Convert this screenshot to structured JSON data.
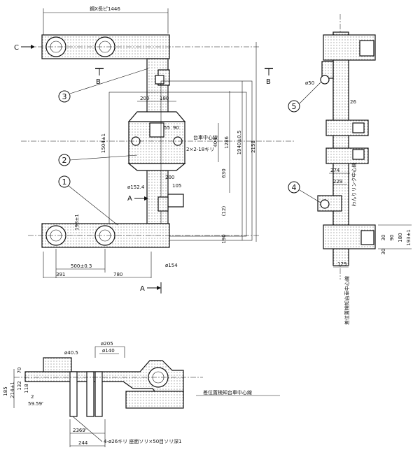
{
  "top_view": {
    "top_dim": "鋼X長ピ1446",
    "view_c": "C",
    "view_a_top": "A",
    "view_a_bottom": "A",
    "section_b_left": "B",
    "section_b_right": "B",
    "dims": {
      "d200_top": "200",
      "d180_top": "180",
      "d55": "55",
      "d90": "90",
      "center_label": "台車中心線",
      "hole_note": "2×2-18キリ",
      "d1504": "1504±1",
      "d404": "404",
      "d1286": "1286",
      "d1940": "1940±0.5",
      "d2158": "2158",
      "d630": "630",
      "d1524": "ø152.4",
      "d200_mid": "200",
      "d105": "105",
      "d12": "(12)",
      "d190": "190",
      "d1934": "193±1",
      "d500": "500±0.3",
      "d391": "391",
      "d780": "780",
      "d154": "ø154"
    }
  },
  "side_view": {
    "d50": "ø50",
    "d26": "26",
    "d274": "274",
    "d229": "229",
    "link_label": "わんりリンク中心線",
    "d30": "30",
    "d90": "90",
    "d180": "180",
    "d30b": "30",
    "d1934": "193±1",
    "d129": "129",
    "vertical_label": "差位置検知台車中心線"
  },
  "front_view": {
    "d205": "ø205",
    "d140": "ø140",
    "d405": "ø40.5",
    "d70": "70",
    "d214": "214±1",
    "d132": "132",
    "d118": "118",
    "d185": "185",
    "d2": "2",
    "angle": "59.59'",
    "d2369": "2369'",
    "d244": "244",
    "hole_note": "4-ø26キリ 座面ソリ×50目ソリ深1",
    "center_label": "差位置検知台車中心線"
  },
  "callouts": [
    "1",
    "2",
    "3",
    "4",
    "5"
  ]
}
